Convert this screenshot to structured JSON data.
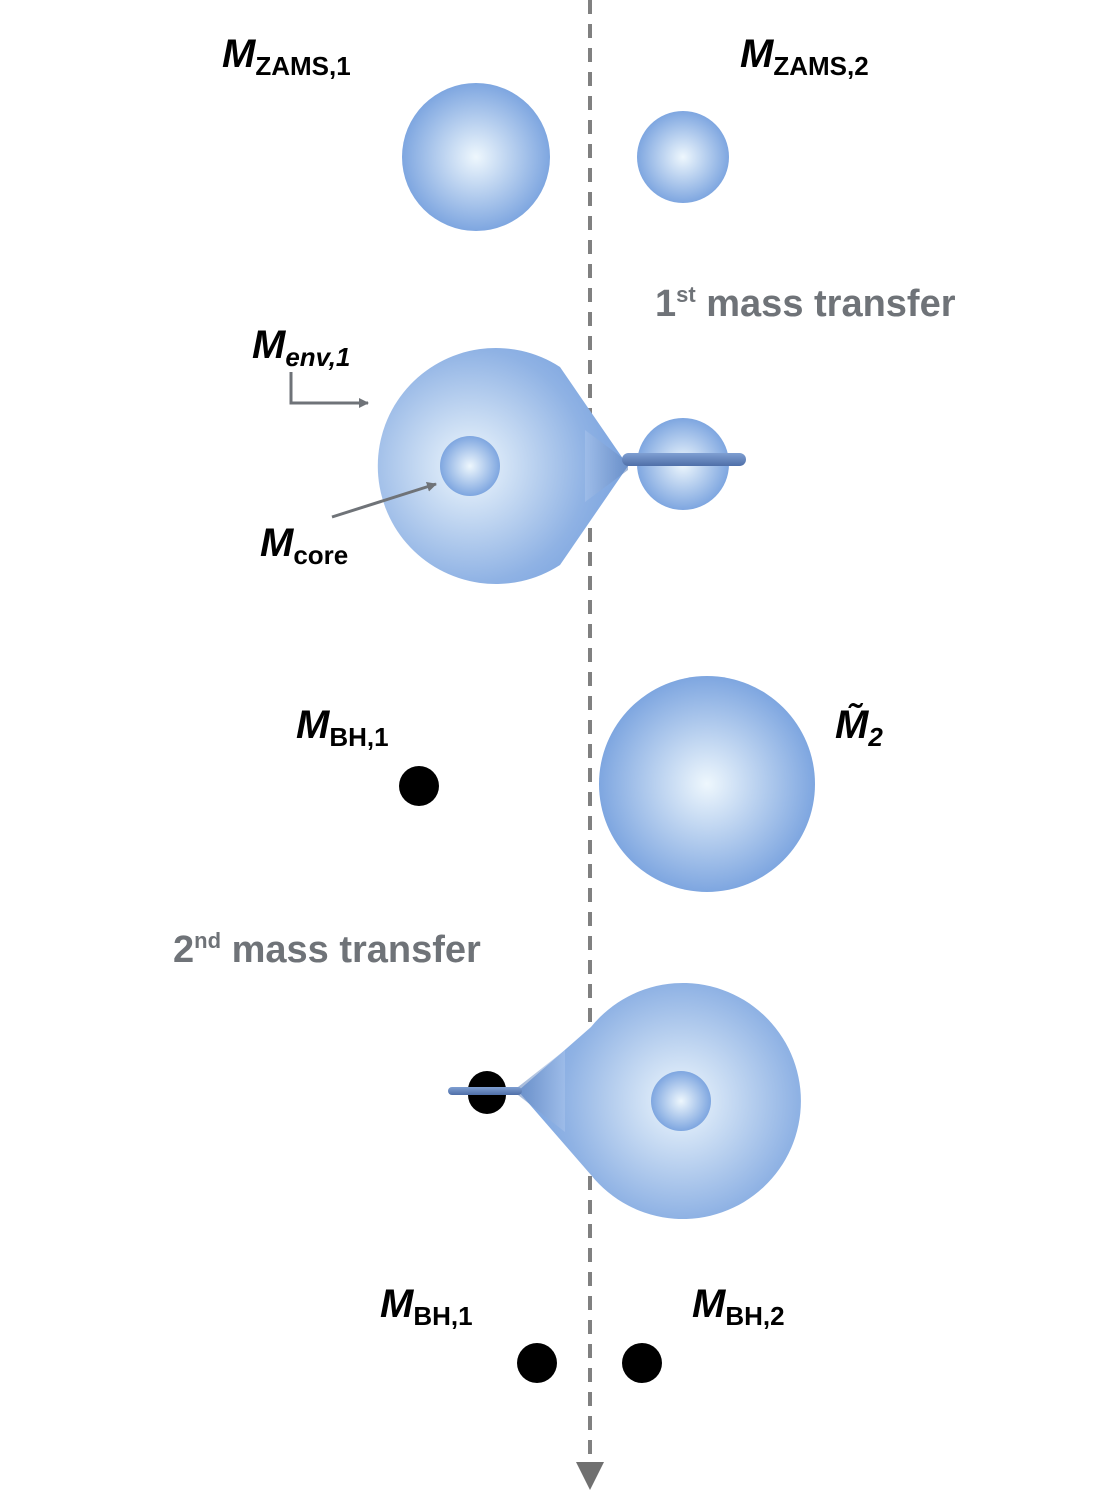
{
  "colors": {
    "star_center": "#eef7fd",
    "star_edge": "#7ea6e0",
    "black_hole": "#000000",
    "annotation_gray": "#6f7378",
    "axis_gray": "#808080"
  },
  "labels": {
    "zams1": {
      "main": "M",
      "sub": "ZAMS,1"
    },
    "zams2": {
      "main": "M",
      "sub": "ZAMS,2"
    },
    "env1": {
      "main": "M",
      "sub": "env,1"
    },
    "core": {
      "main": "M",
      "sub": "core"
    },
    "bh1_stage3": {
      "main": "M",
      "sub": "BH,1"
    },
    "m2_tilde": {
      "main": "M̃",
      "sub": "2"
    },
    "bh1_final": {
      "main": "M",
      "sub": "BH,1"
    },
    "bh2_final": {
      "main": "M",
      "sub": "BH,2"
    }
  },
  "mass_transfer": {
    "first": {
      "number": "1",
      "suffix": "st",
      "text": " mass transfer"
    },
    "second": {
      "number": "2",
      "suffix": "nd",
      "text": " mass transfer"
    }
  },
  "icons": {
    "time_axis": "dashed-down-arrow-icon",
    "pointer": "arrow-icon"
  }
}
